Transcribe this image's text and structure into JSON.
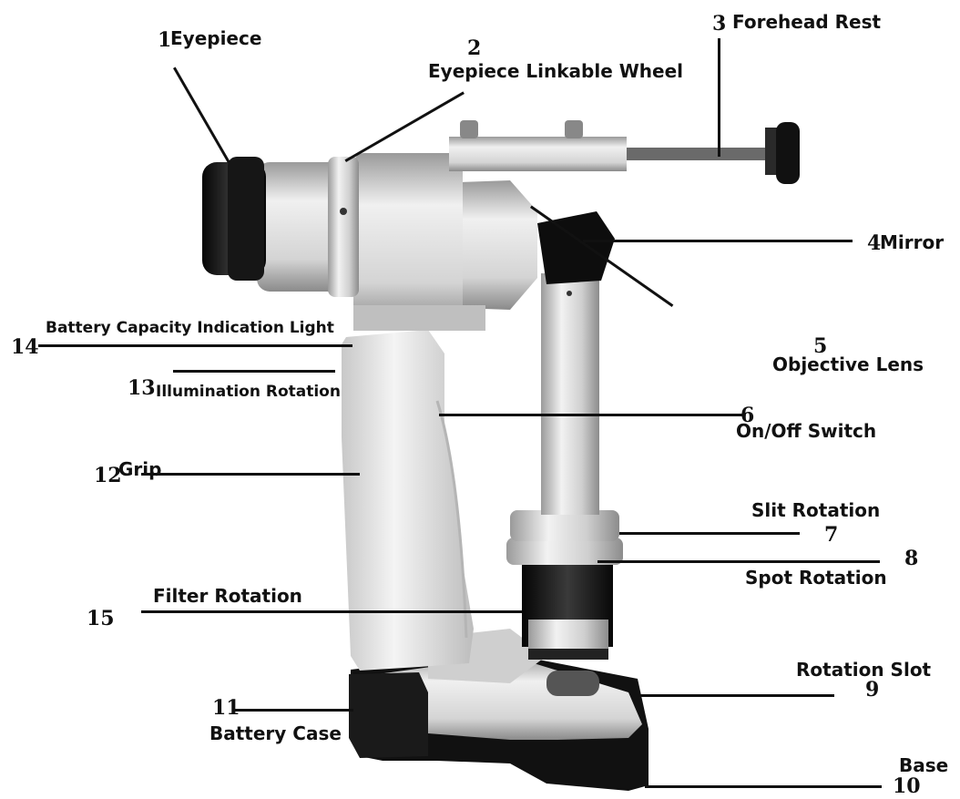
{
  "parts": [
    {
      "num": "1",
      "label": "Eyepiece"
    },
    {
      "num": "2",
      "label": "Eyepiece Linkable Wheel"
    },
    {
      "num": "3",
      "label": "Forehead Rest"
    },
    {
      "num": "4",
      "label": "Mirror"
    },
    {
      "num": "5",
      "label": "Objective Lens"
    },
    {
      "num": "6",
      "label": "On/Off Switch"
    },
    {
      "num": "7",
      "label": "Slit Rotation"
    },
    {
      "num": "8",
      "label": "Spot Rotation"
    },
    {
      "num": "9",
      "label": "Rotation Slot"
    },
    {
      "num": "10",
      "label": "Base"
    },
    {
      "num": "11",
      "label": "Battery Case"
    },
    {
      "num": "12",
      "label": "Grip"
    },
    {
      "num": "13",
      "label": "Illumination Rotation"
    },
    {
      "num": "14",
      "label": "Battery Capacity Indication Light"
    },
    {
      "num": "15",
      "label": "Filter Rotation"
    }
  ]
}
